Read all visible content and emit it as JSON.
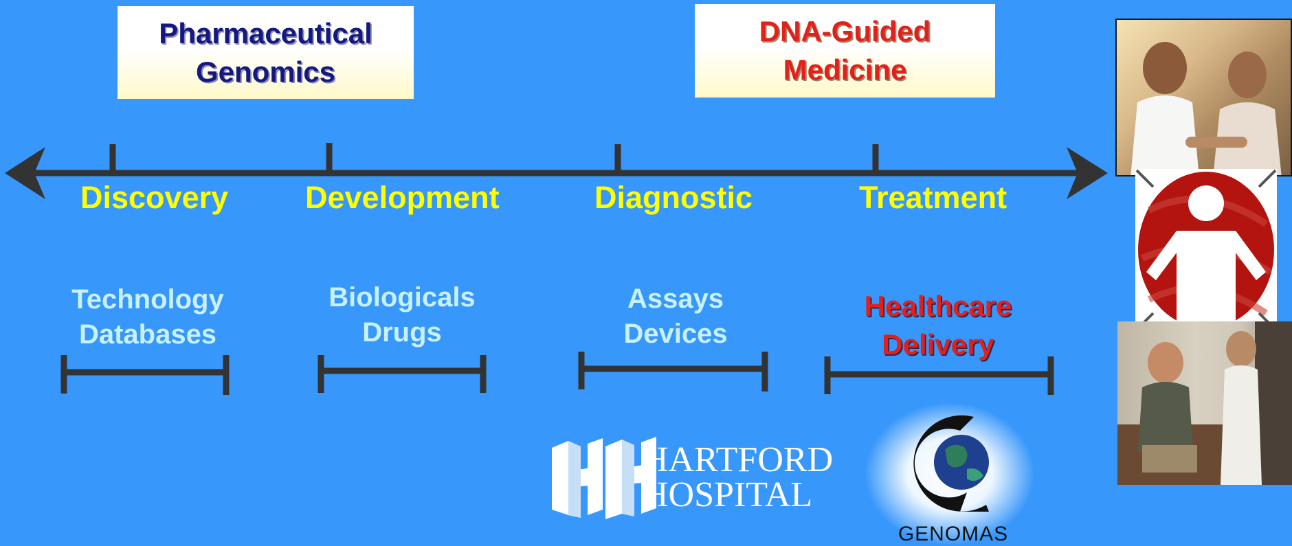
{
  "boxes": {
    "pharmaceutical": [
      "Pharmaceutical",
      "Genomics"
    ],
    "dna_guided": [
      "DNA-Guided",
      "Medicine"
    ]
  },
  "stages": [
    "Discovery",
    "Development",
    "Diagnostic",
    "Treatment"
  ],
  "substages": {
    "technology": [
      "Technology",
      "Databases"
    ],
    "biologicals": [
      "Biologicals",
      "Drugs"
    ],
    "assays": [
      "Assays",
      "Devices"
    ],
    "healthcare": [
      "Healthcare",
      "Delivery"
    ]
  },
  "logos": {
    "hartford": [
      "HARTFORD",
      "HOSPITAL"
    ],
    "genomas": "GENOMAS"
  },
  "colors": {
    "background": "#3797fb",
    "axis": "#333333",
    "stage_text": "#ffff00",
    "substage_text": "#c8f1ff",
    "highlight_red": "#e2201c",
    "title_navy": "#151880"
  }
}
